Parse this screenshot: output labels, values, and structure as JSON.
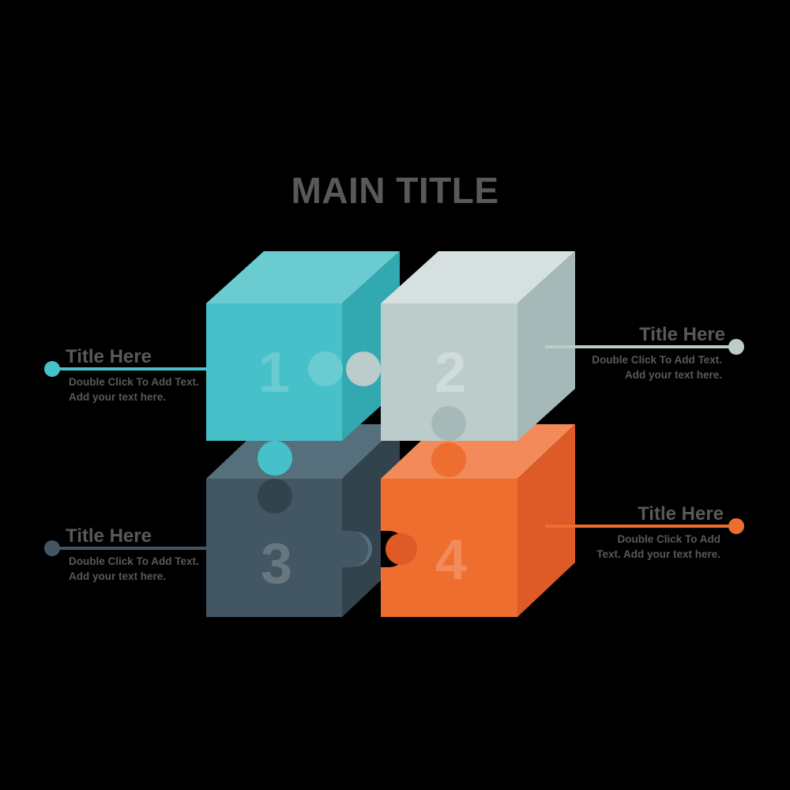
{
  "main_title": "MAIN TITLE",
  "colors": {
    "teal": "#47C1C9",
    "teal_top": "#6ACBD1",
    "teal_side": "#32A8B1",
    "grey": "#BCCCCB",
    "grey_top": "#D6E0E0",
    "grey_side": "#A5B9B9",
    "slate": "#435664",
    "slate_top": "#566F7C",
    "slate_side": "#33434D",
    "orange": "#EE6E30",
    "orange_top": "#F28A5A",
    "orange_side": "#DE5A27",
    "text": "#595959"
  },
  "pieces": [
    {
      "number": "1",
      "title": "Title Here",
      "text": "Double Click To Add Text. Add your text here.",
      "side": "left"
    },
    {
      "number": "2",
      "title": "Title Here",
      "text": "Double Click To Add Text. Add your text here.",
      "side": "right"
    },
    {
      "number": "3",
      "title": "Title Here",
      "text": "Double Click To Add Text. Add your text here.",
      "side": "left"
    },
    {
      "number": "4",
      "title": "Title Here",
      "text": "Double Click To Add Text. Add your text here.",
      "side": "right"
    }
  ]
}
